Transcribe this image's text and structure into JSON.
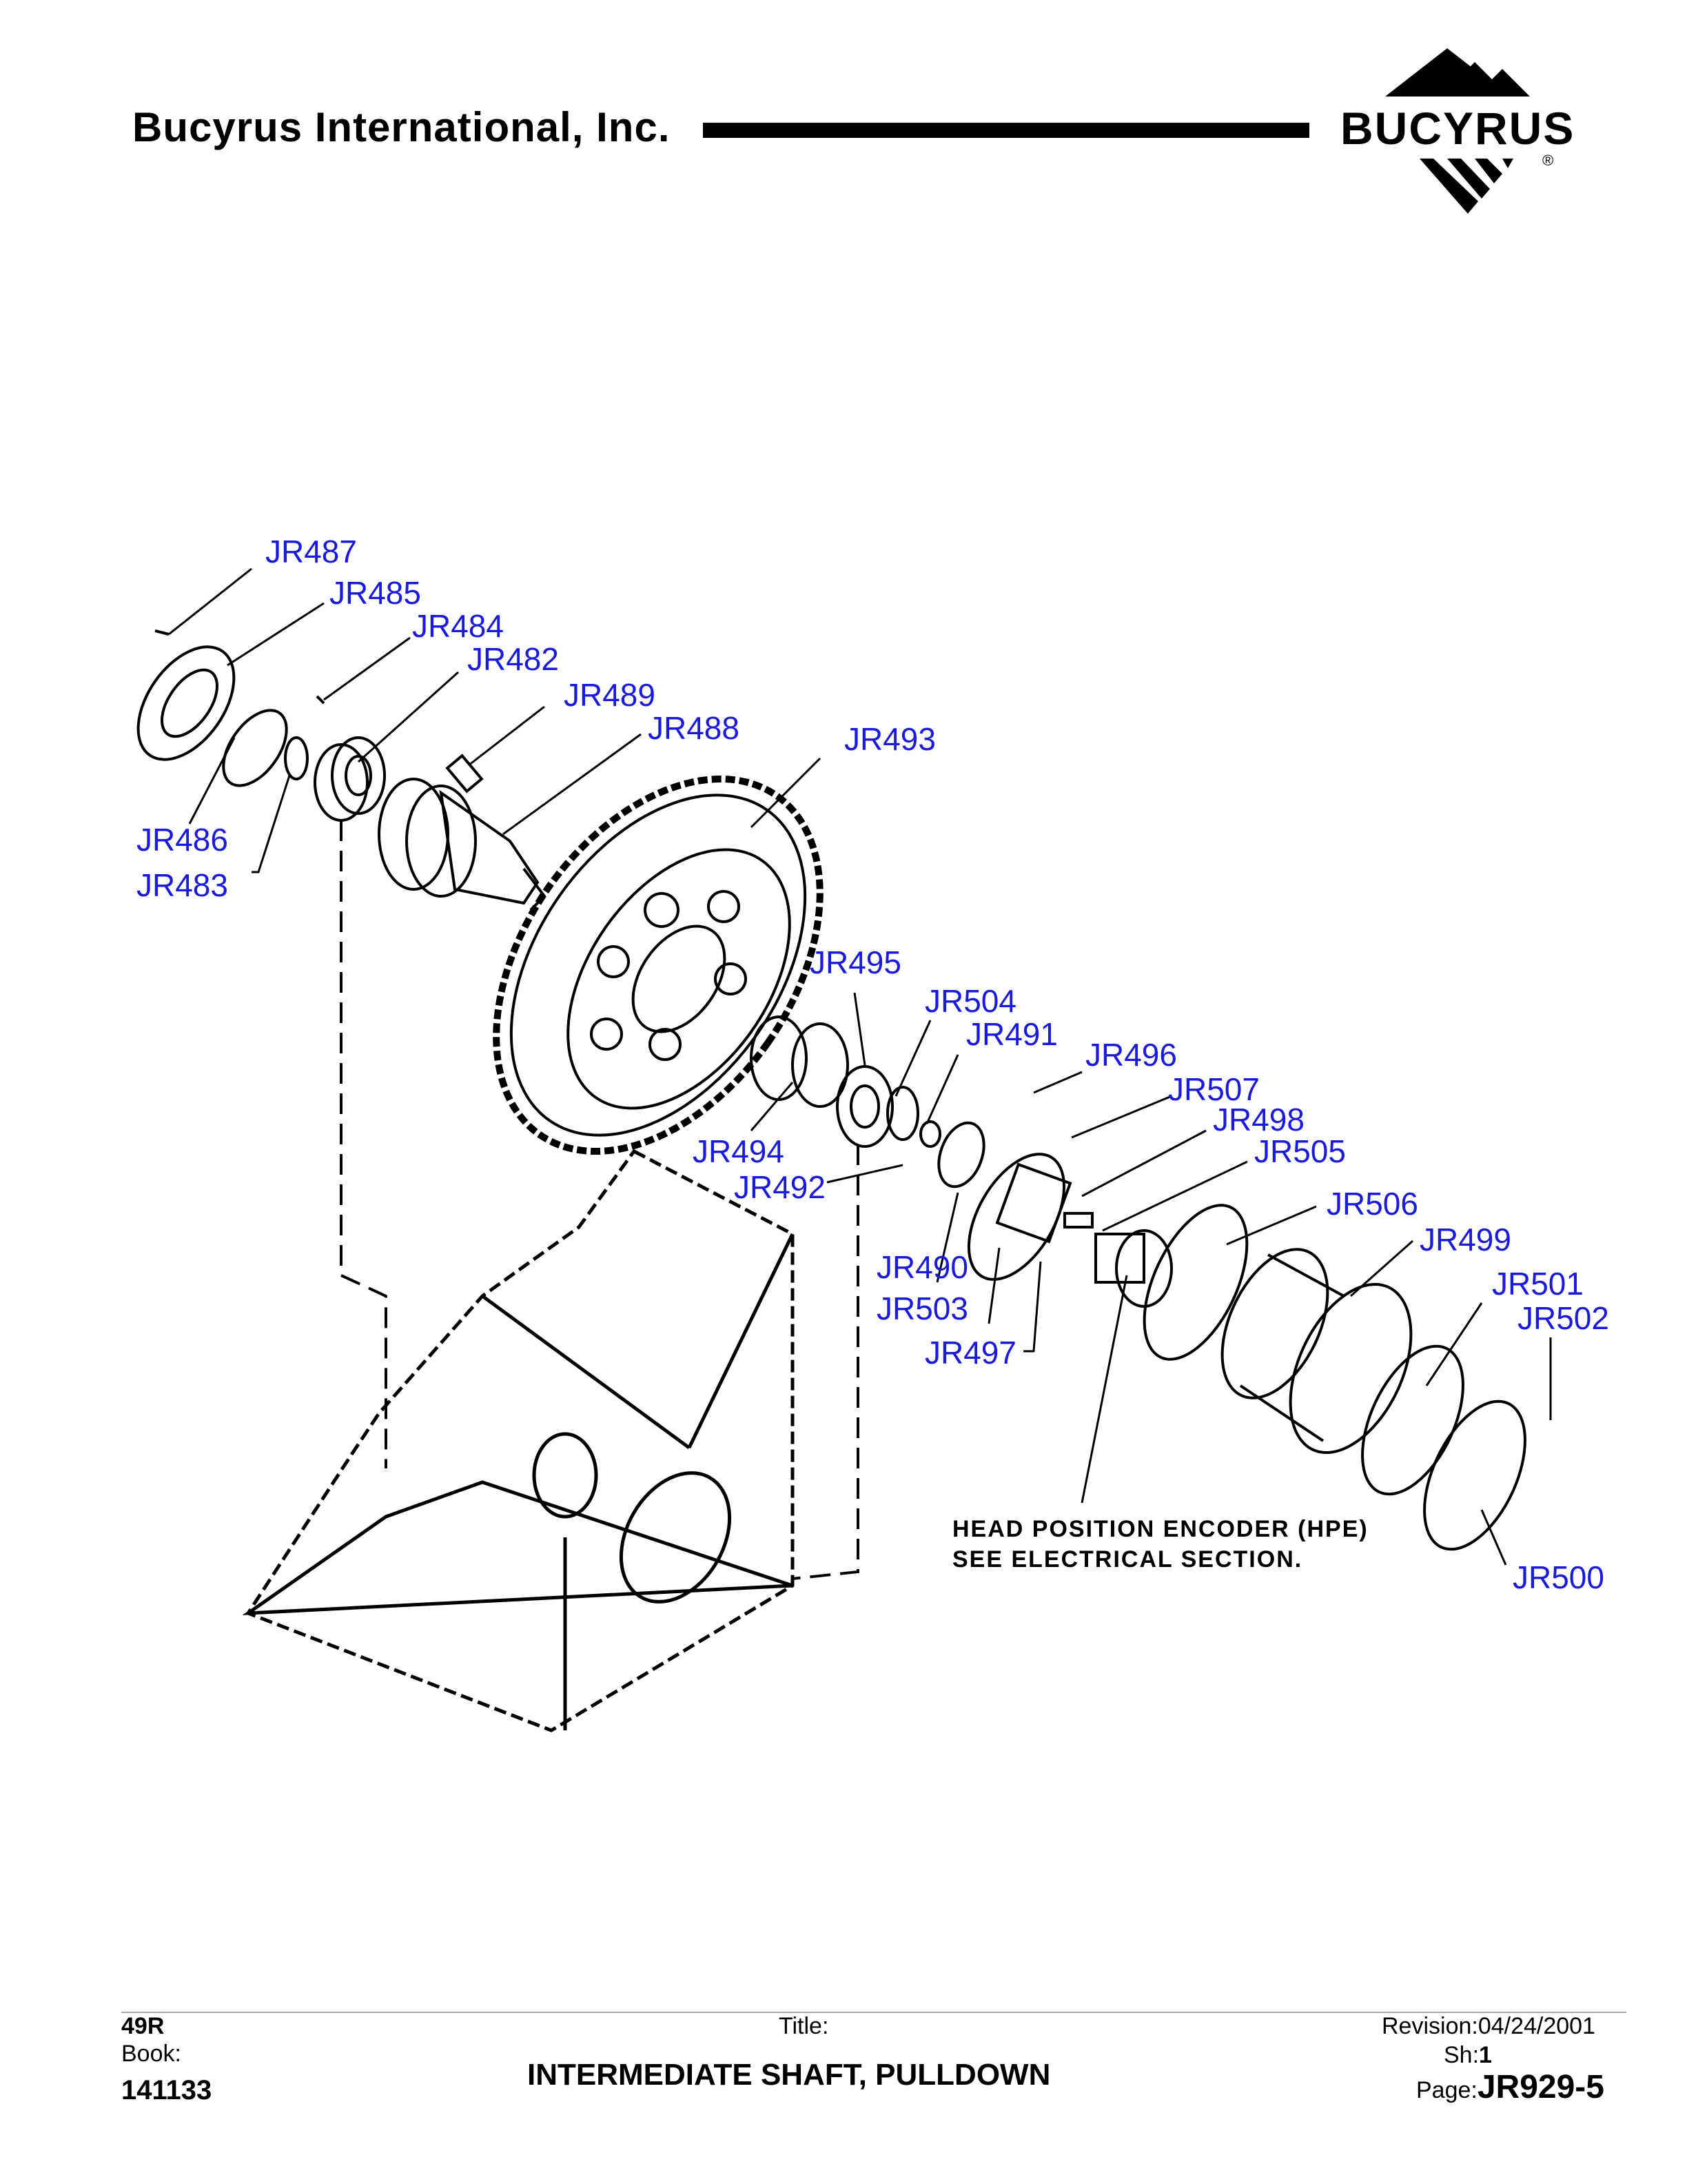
{
  "header": {
    "company": "Bucyrus International, Inc.",
    "logo_text": "BUCYRUS",
    "logo_reg": "®"
  },
  "callouts": {
    "jr487": "JR487",
    "jr485": "JR485",
    "jr484": "JR484",
    "jr482": "JR482",
    "jr489": "JR489",
    "jr488": "JR488",
    "jr493": "JR493",
    "jr486": "JR486",
    "jr483": "JR483",
    "jr495": "JR495",
    "jr504": "JR504",
    "jr491": "JR491",
    "jr496": "JR496",
    "jr507": "JR507",
    "jr498": "JR498",
    "jr505": "JR505",
    "jr494": "JR494",
    "jr492": "JR492",
    "jr506": "JR506",
    "jr499": "JR499",
    "jr490": "JR490",
    "jr501": "JR501",
    "jr502": "JR502",
    "jr503": "JR503",
    "jr497": "JR497",
    "jr500": "JR500"
  },
  "note": {
    "line1": "HEAD POSITION ENCODER (HPE)",
    "line2": "SEE ELECTRICAL SECTION."
  },
  "footer": {
    "model": "49R",
    "book_label": "Book:",
    "book_number": "141133",
    "title_label": "Title:",
    "title": "INTERMEDIATE SHAFT, PULLDOWN",
    "revision": "Revision:04/24/2001",
    "sheet_label": "Sh:",
    "sheet": "1",
    "page_label": "Page:",
    "page": "JR929-5"
  }
}
